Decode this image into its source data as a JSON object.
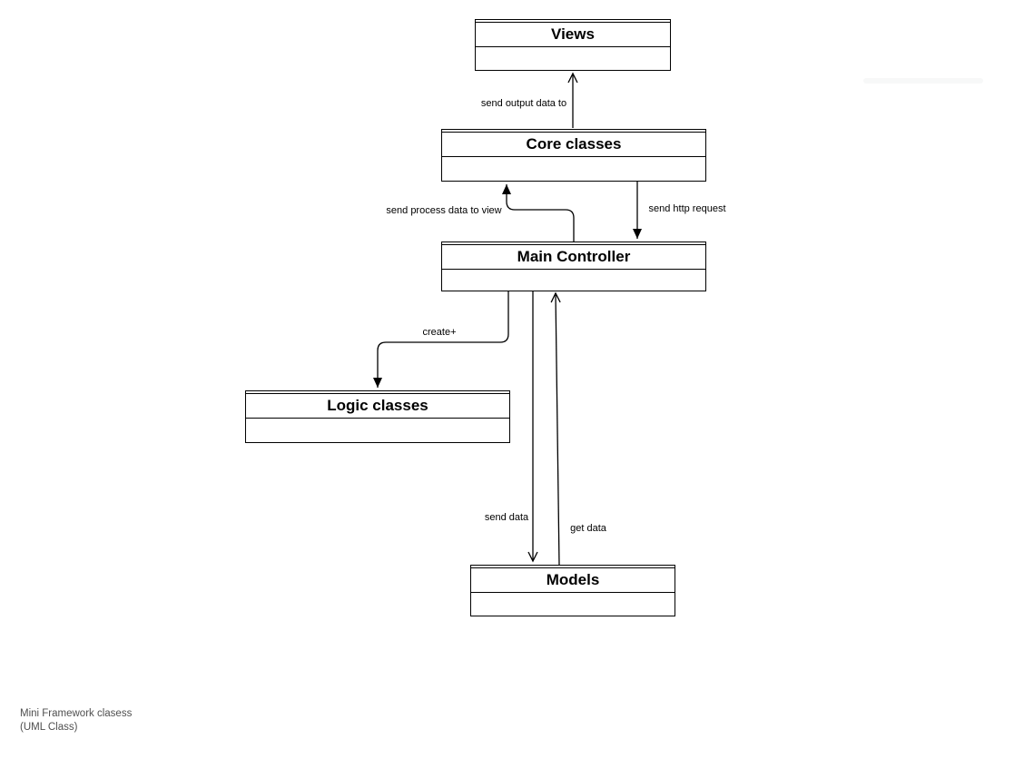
{
  "diagram": {
    "type": "uml-class-diagram",
    "caption": {
      "line1": "Mini Framework clasess",
      "line2": "(UML Class)"
    },
    "classes": [
      {
        "name": "Views"
      },
      {
        "name": "Core classes"
      },
      {
        "name": "Main Controller"
      },
      {
        "name": "Logic classes"
      },
      {
        "name": "Models"
      }
    ],
    "edges": [
      {
        "label": "send output data to",
        "from": "Core classes",
        "to": "Views",
        "arrowhead": "open"
      },
      {
        "label": "send process data to view",
        "from": "Main Controller",
        "to": "Core classes",
        "arrowhead": "block"
      },
      {
        "label": "send http request",
        "from": "Core classes",
        "to": "Main Controller",
        "arrowhead": "block"
      },
      {
        "label": "create+",
        "from": "Main Controller",
        "to": "Logic classes",
        "arrowhead": "block"
      },
      {
        "label": "send data",
        "from": "Main Controller",
        "to": "Models",
        "arrowhead": "open"
      },
      {
        "label": "get data",
        "from": "Models",
        "to": "Main Controller",
        "arrowhead": "open"
      }
    ],
    "colors": {
      "stroke": "#000000",
      "box_fill": "#ffffff",
      "caption_text": "#4f4f4f",
      "label_text": "#000000",
      "background": "#ffffff"
    }
  }
}
